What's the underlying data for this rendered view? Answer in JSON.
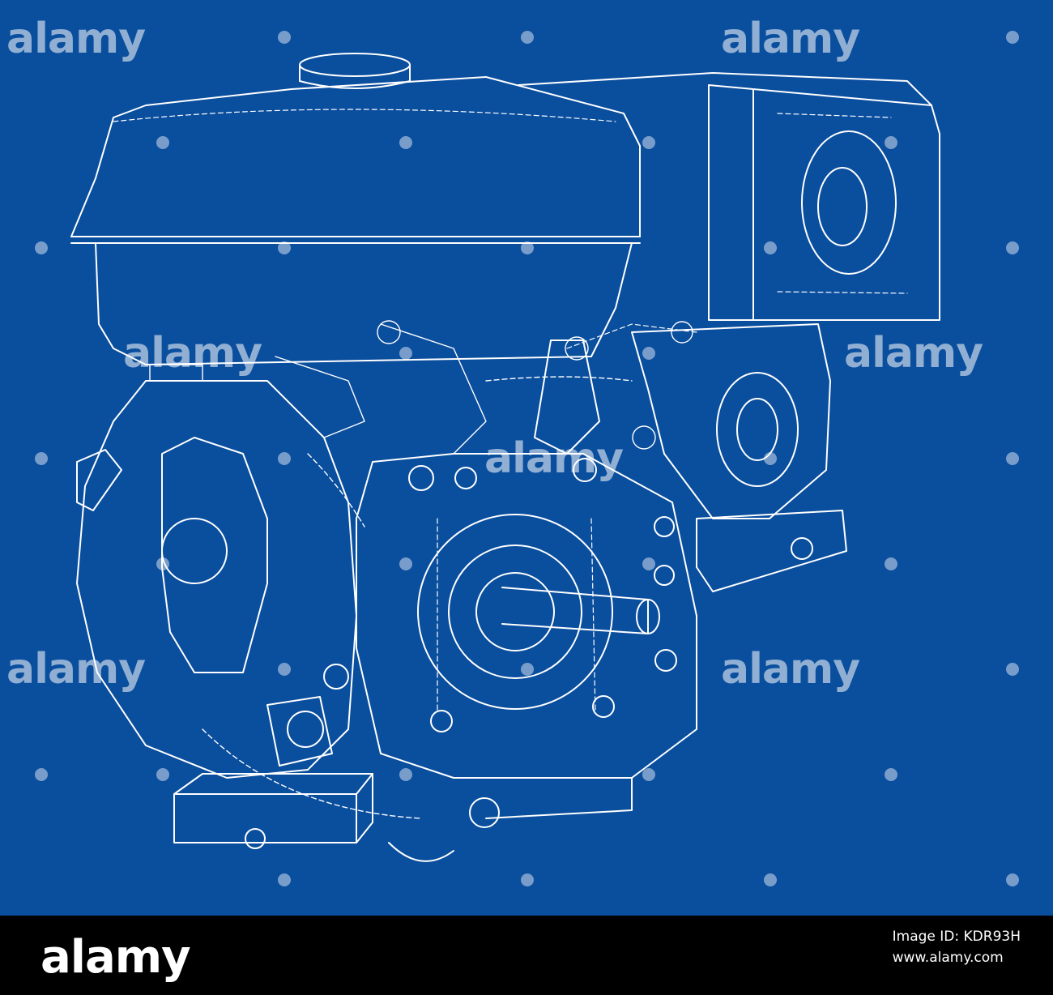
{
  "image": {
    "subject": "engine-wireframe-drawing",
    "background_color": "#0a4e9e",
    "line_color": "#ffffff"
  },
  "watermark": {
    "text": "alamy"
  },
  "footer": {
    "logo_text": "alamy",
    "image_id_label": "Image ID: KDR93H",
    "site": "www.alamy.com"
  }
}
